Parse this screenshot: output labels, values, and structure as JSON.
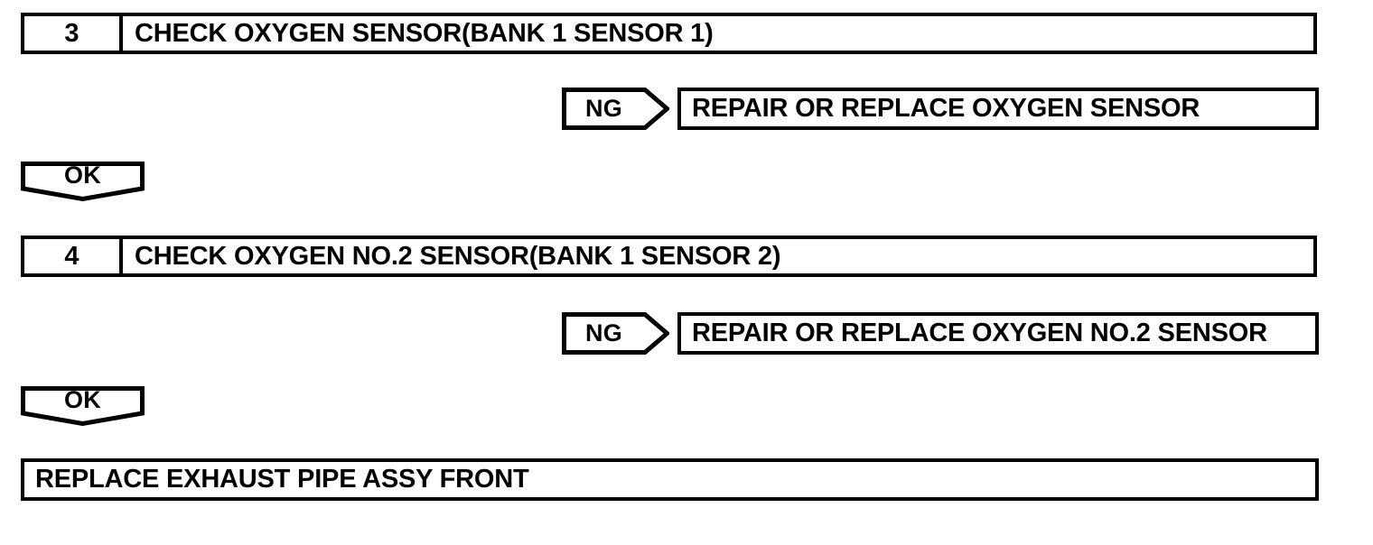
{
  "diagram": {
    "type": "troubleshooting-flowchart",
    "colors": {
      "line": "#000000",
      "background": "#ffffff",
      "text": "#000000"
    },
    "steps": [
      {
        "number": "3",
        "title": "CHECK OXYGEN SENSOR(BANK 1 SENSOR 1)",
        "branch_fail_label": "NG",
        "branch_fail_result": "REPAIR OR REPLACE OXYGEN SENSOR",
        "branch_pass_label": "OK"
      },
      {
        "number": "4",
        "title": "CHECK OXYGEN NO.2 SENSOR(BANK 1 SENSOR 2)",
        "branch_fail_label": "NG",
        "branch_fail_result": "REPAIR OR REPLACE OXYGEN NO.2 SENSOR",
        "branch_pass_label": "OK"
      }
    ],
    "final_action": "REPLACE EXHAUST PIPE ASSY FRONT"
  }
}
